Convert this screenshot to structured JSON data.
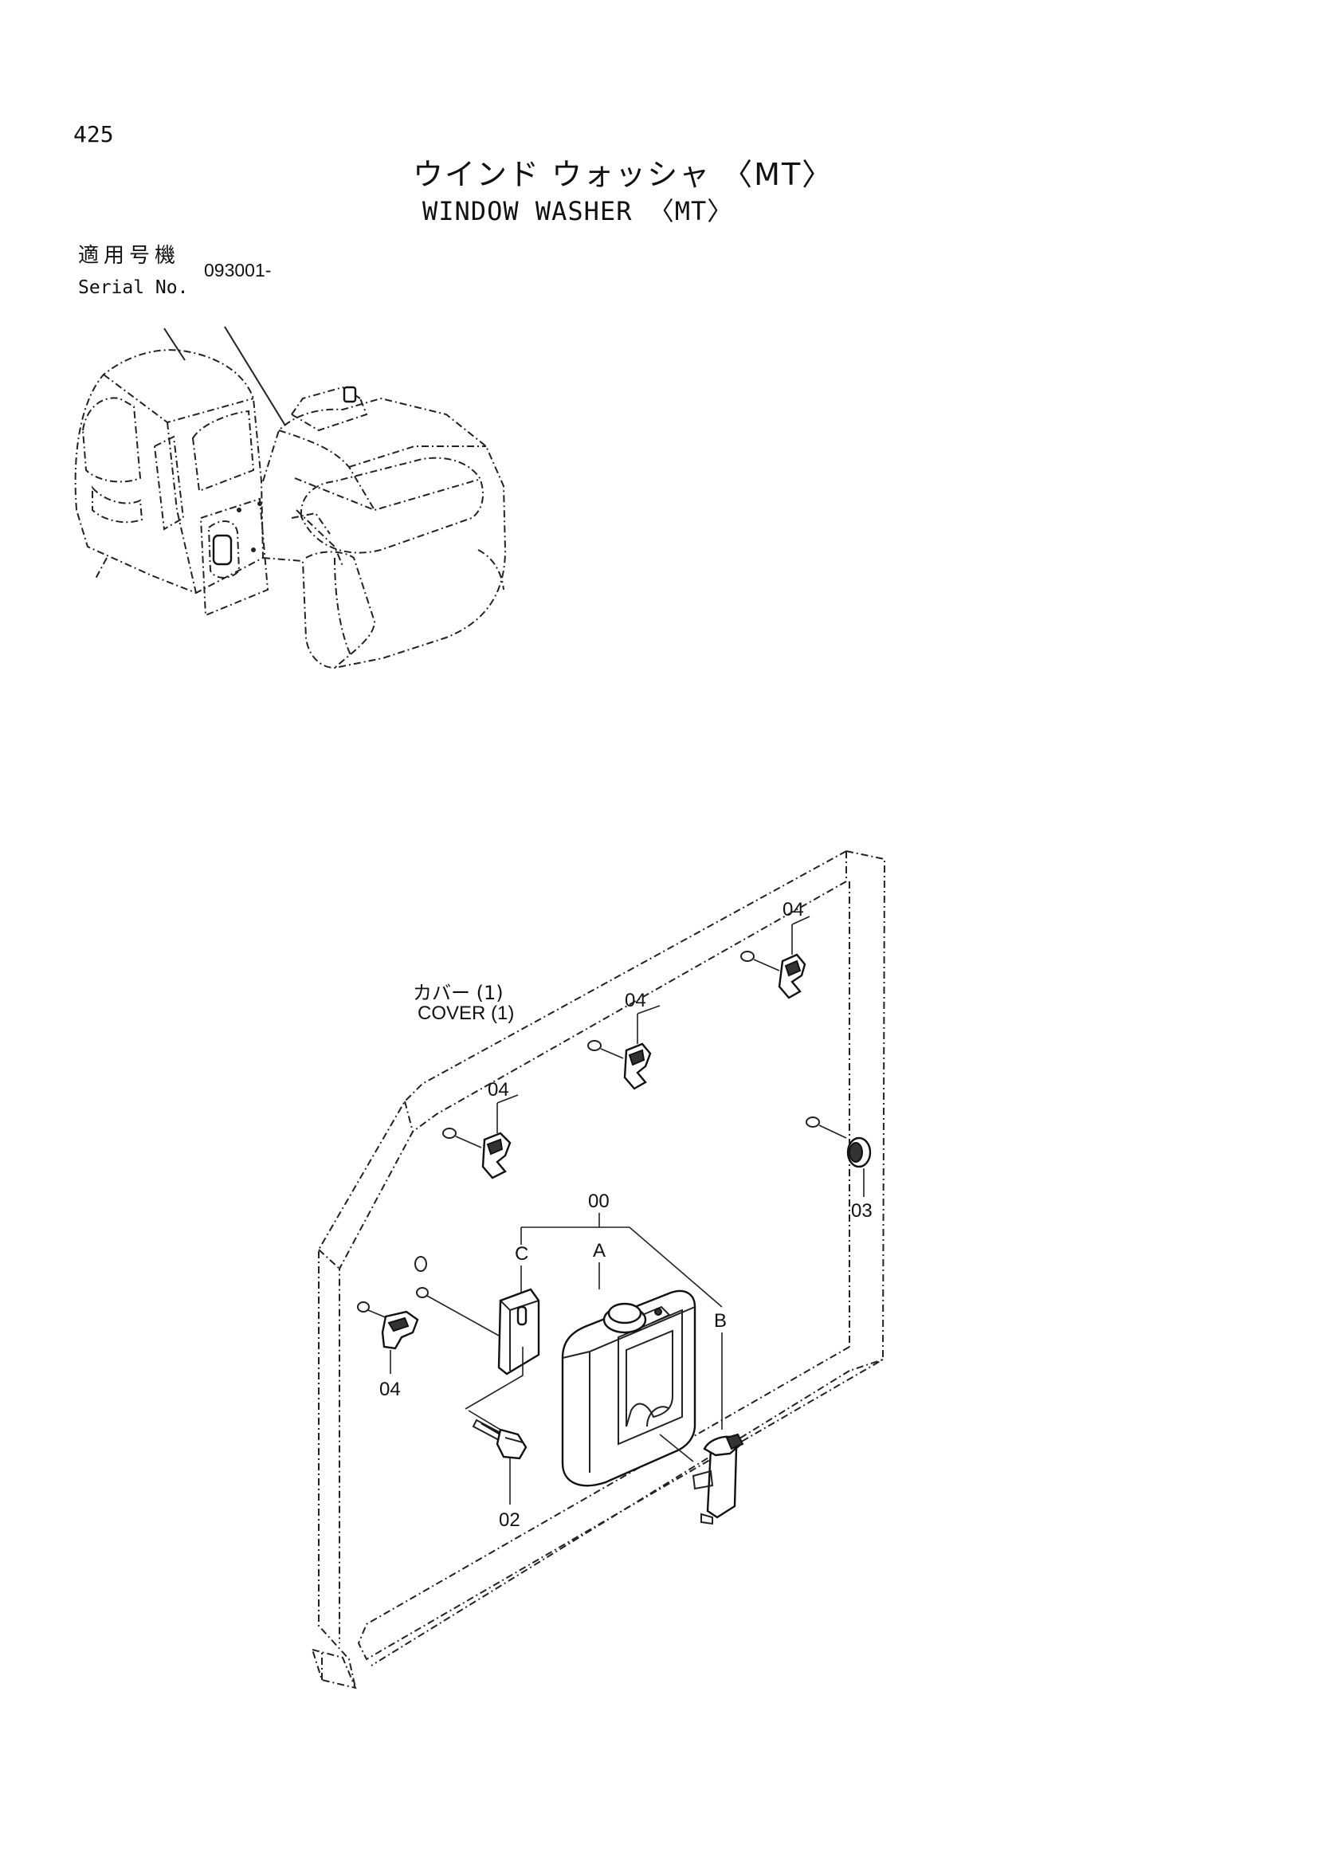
{
  "header": {
    "page_number": "425",
    "title_jp": "ウインド ウォッシャ 〈MT〉",
    "title_en": "WINDOW WASHER 〈MT〉"
  },
  "serial": {
    "label_jp": "適用号機",
    "label_en": "Serial No.",
    "value": "093001-"
  },
  "cover_label": {
    "jp": "カバー (1)",
    "en": "COVER (1)"
  },
  "callouts": {
    "top_right_04": "04",
    "middle_04": "04",
    "left_04": "04",
    "lower_left_04": "04",
    "grommet_03": "03",
    "assembly_00": "00",
    "tank_A": "A",
    "pump_B": "B",
    "bracket_C": "C",
    "bolt_02": "02"
  }
}
